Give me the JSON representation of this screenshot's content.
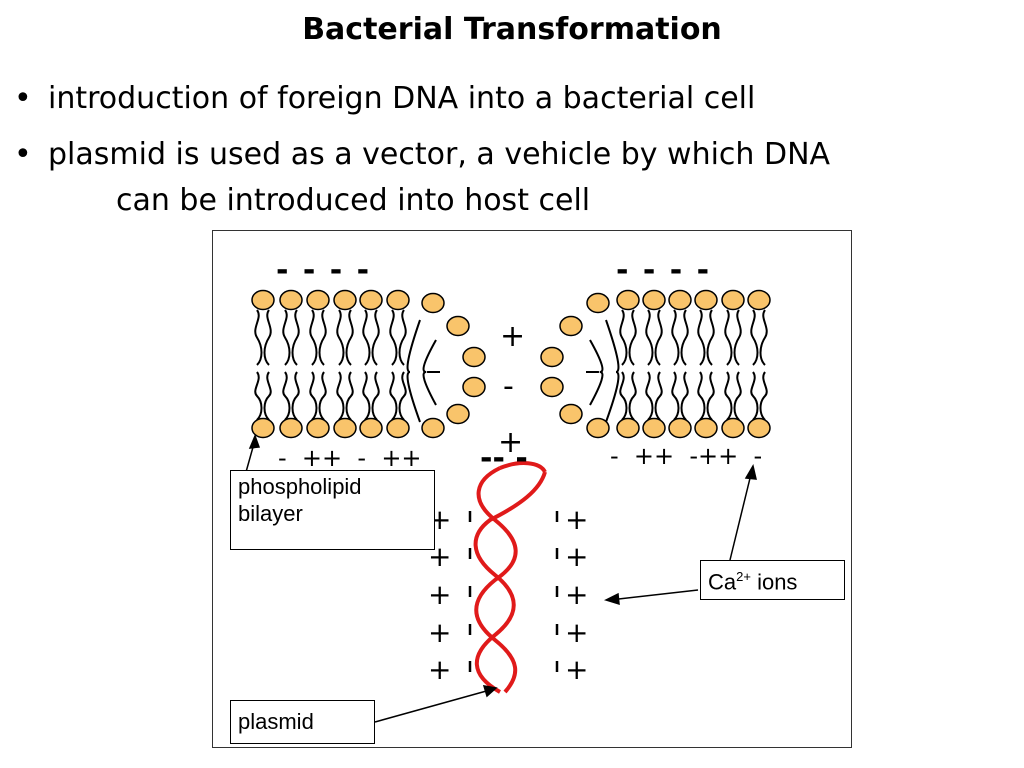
{
  "slide": {
    "title": "Bacterial Transformation",
    "bullets": [
      "introduction of foreign DNA into a bacterial cell",
      "plasmid is used as a vector, a vehicle by which DNA",
      "can be introduced into host cell"
    ]
  },
  "diagram": {
    "labels": {
      "phospholipid_line1": "phospholipid",
      "phospholipid_line2": "bilayer",
      "ca_prefix": "Ca",
      "ca_superscript": "2+",
      "ca_suffix": " ions",
      "plasmid": "plasmid"
    },
    "charges": {
      "top_left": "- - - -",
      "top_right": "- - - -",
      "gap_plus1": "+",
      "gap_minus": "-",
      "gap_plus2": "+",
      "bottom_left": "-  ++  -  ++",
      "bottom_mid": "-- -",
      "bottom_right": "-  ++  -++  -",
      "plus": "+"
    },
    "colors": {
      "head_fill": "#F9C46B",
      "head_stroke": "#000000",
      "plasmid": "#E01A1A"
    }
  }
}
